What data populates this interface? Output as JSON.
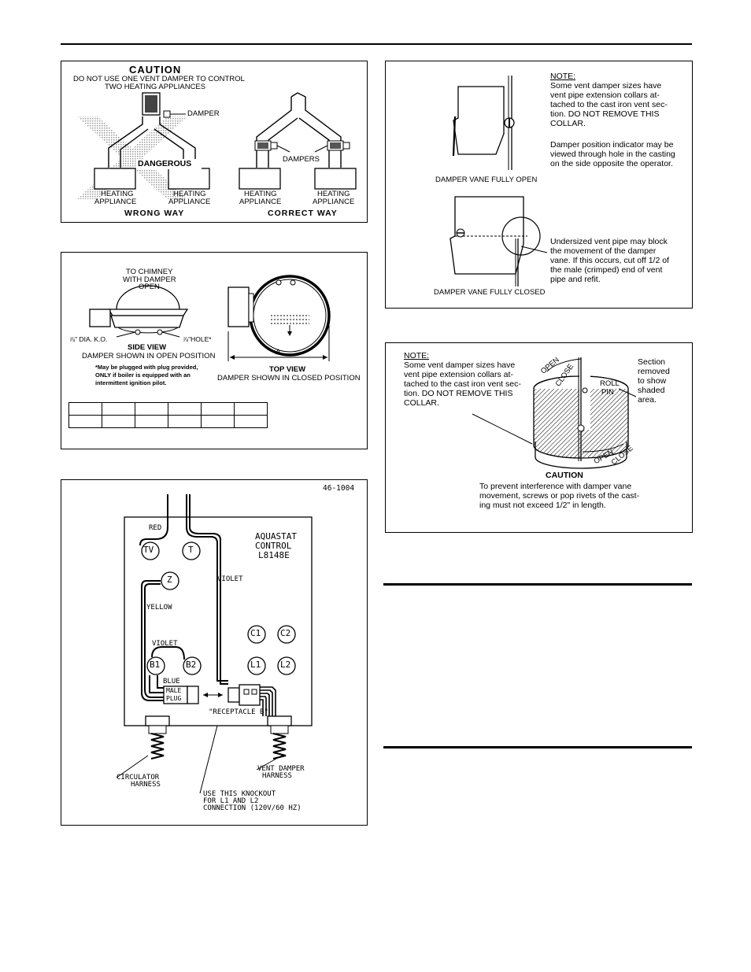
{
  "caution_fig": {
    "title": "CAUTION",
    "subtitle": [
      "DO NOT USE ONE VENT DAMPER TO CONTROL",
      "TWO HEATING APPLIANCES"
    ],
    "damper_label": "DAMPER",
    "dangerous_label": "DANGEROUS",
    "dampers_label": "DAMPERS",
    "appliance_label": [
      "HEATING",
      "APPLIANCE"
    ],
    "wrong_way": "WRONG WAY",
    "correct_way": "CORRECT WAY"
  },
  "note_fig": {
    "note_heading": "NOTE:",
    "note_lines": [
      "Some vent  damper sizes have",
      "vent pipe extension collars at-",
      "tached to the cast iron vent sec-",
      "tion. DO NOT REMOVE THIS",
      "COLLAR."
    ],
    "indicator_lines": [
      "Damper position indicator may be",
      "viewed through hole in the casting",
      "on the side opposite the operator."
    ],
    "fully_open": "DAMPER VANE FULLY OPEN",
    "undersized_lines": [
      "Undersized vent pipe may block",
      "the movement of the damper",
      "vane. If this occurs, cut off 1/2 of",
      "the male (crimped) end of vent",
      "pipe and refit."
    ],
    "fully_closed": "DAMPER VANE FULLY CLOSED"
  },
  "views_fig": {
    "chimney_lines": [
      "TO CHIMNEY",
      "WITH DAMPER",
      "OPEN"
    ],
    "dia_ko": "⅞\" DIA. K.O.",
    "hole": "⅞\"HOLE*",
    "side_view": "SIDE VIEW",
    "side_caption": "DAMPER SHOWN IN OPEN POSITION",
    "footnote_lines": [
      "*May be plugged with plug provided,",
      "ONLY if boiler is equipped with an",
      "intermittent ignition pilot."
    ],
    "a_label": "A",
    "top_view": "TOP VIEW",
    "top_caption": "DAMPER SHOWN IN CLOSED POSITION"
  },
  "section_fig": {
    "note_heading": "NOTE:",
    "note_lines": [
      "Some vent  damper sizes have",
      "vent pipe extension collars at-",
      "tached to the cast iron vent sec-",
      "tion. DO NOT REMOVE THIS",
      "COLLAR."
    ],
    "open": "OPEN",
    "close": "CLOSE",
    "roll_pin": [
      "ROLL",
      "PIN"
    ],
    "section_lines": [
      "Section",
      "removed",
      "to show",
      "shaded",
      "area."
    ],
    "caution_title": "CAUTION",
    "caution_lines": [
      "To prevent interference with damper vane",
      "movement, screws or pop rivets of the cast-",
      "ing  must not exceed 1/2\" in length."
    ]
  },
  "wiring_fig": {
    "fig_number": "46-1004",
    "red": "RED",
    "control_lines": [
      "AQUASTAT",
      "CONTROL",
      "L8148E"
    ],
    "terminals": {
      "tv": "TV",
      "t": "T",
      "z": "Z",
      "c1": "C1",
      "c2": "C2",
      "b1": "B1",
      "b2": "B2",
      "l1": "L1",
      "l2": "L2"
    },
    "violet_1": "VIOLET",
    "yellow": "YELLOW",
    "violet_2": "VIOLET",
    "blue": "BLUE",
    "male_plug": [
      "MALE",
      "PLUG"
    ],
    "receptacle": "\"RECEPTACLE B\"",
    "circulator": [
      "CIRCULATOR",
      "HARNESS"
    ],
    "vent_damper": [
      "VENT DAMPER",
      "HARNESS"
    ],
    "knockout_lines": [
      "USE THIS KNOCKOUT",
      "FOR L1 AND L2",
      "CONNECTION (120V/60 HZ)"
    ]
  }
}
